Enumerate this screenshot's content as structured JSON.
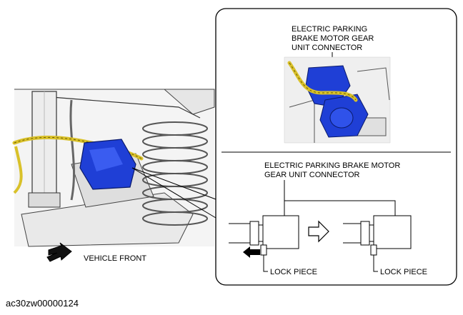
{
  "callouts": {
    "top_line1": "ELECTRIC PARKING",
    "top_line2": "BRAKE MOTOR GEAR",
    "top_line3": "UNIT CONNECTOR",
    "bottom_line1": "ELECTRIC PARKING BRAKE MOTOR",
    "bottom_line2": "GEAR UNIT CONNECTOR",
    "lock_piece_left": "LOCK PIECE",
    "lock_piece_right": "LOCK PIECE",
    "vehicle_front": "VEHICLE FRONT"
  },
  "figure_code": "ac30zw00000124",
  "colors": {
    "connector_blue": "#1f3fd6",
    "harness_yellow": "#d9c12a",
    "outline": "#000000"
  },
  "icons": {
    "front_arrow": "vehicle-front-arrow-icon",
    "flow_arrow": "hollow-right-arrow-icon",
    "push_arrow": "solid-left-arrow-icon"
  }
}
